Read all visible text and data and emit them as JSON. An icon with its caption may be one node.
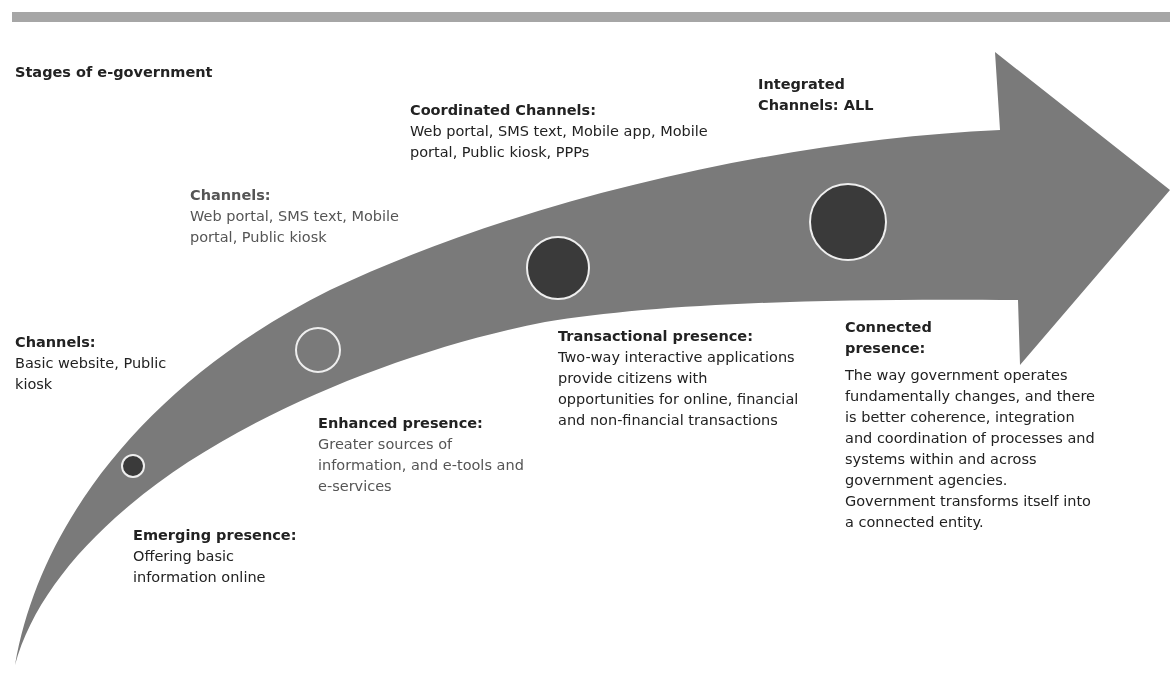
{
  "diagram": {
    "title": "Stages of e-government",
    "labels": [
      "Coordinated Channels:",
      "Web portal, SMS text, Mobile app, Mobile portal, Public kiosk, PPPs",
      "Integrated Channels: ALL",
      "Channels:",
      "Web portal, SMS text, Mobile portal, Public kiosk",
      "Channels:",
      "Basic website, Public kiosk",
      "Connected presence:",
      "The way government operates fundamentally changes, and there is better coherence, integration and coordination of processes and systems within and across government agencies. Government transforms itself into a connected entity.",
      "Transactional presence:",
      "Two-way interactive applications provide citizens with opportunities for online, financial and non-financial transactions",
      "Enhanced presence:",
      "Greater sources of information, and e-tools and e-services",
      "Emerging presence:",
      "Offering basic information online"
    ]
  }
}
